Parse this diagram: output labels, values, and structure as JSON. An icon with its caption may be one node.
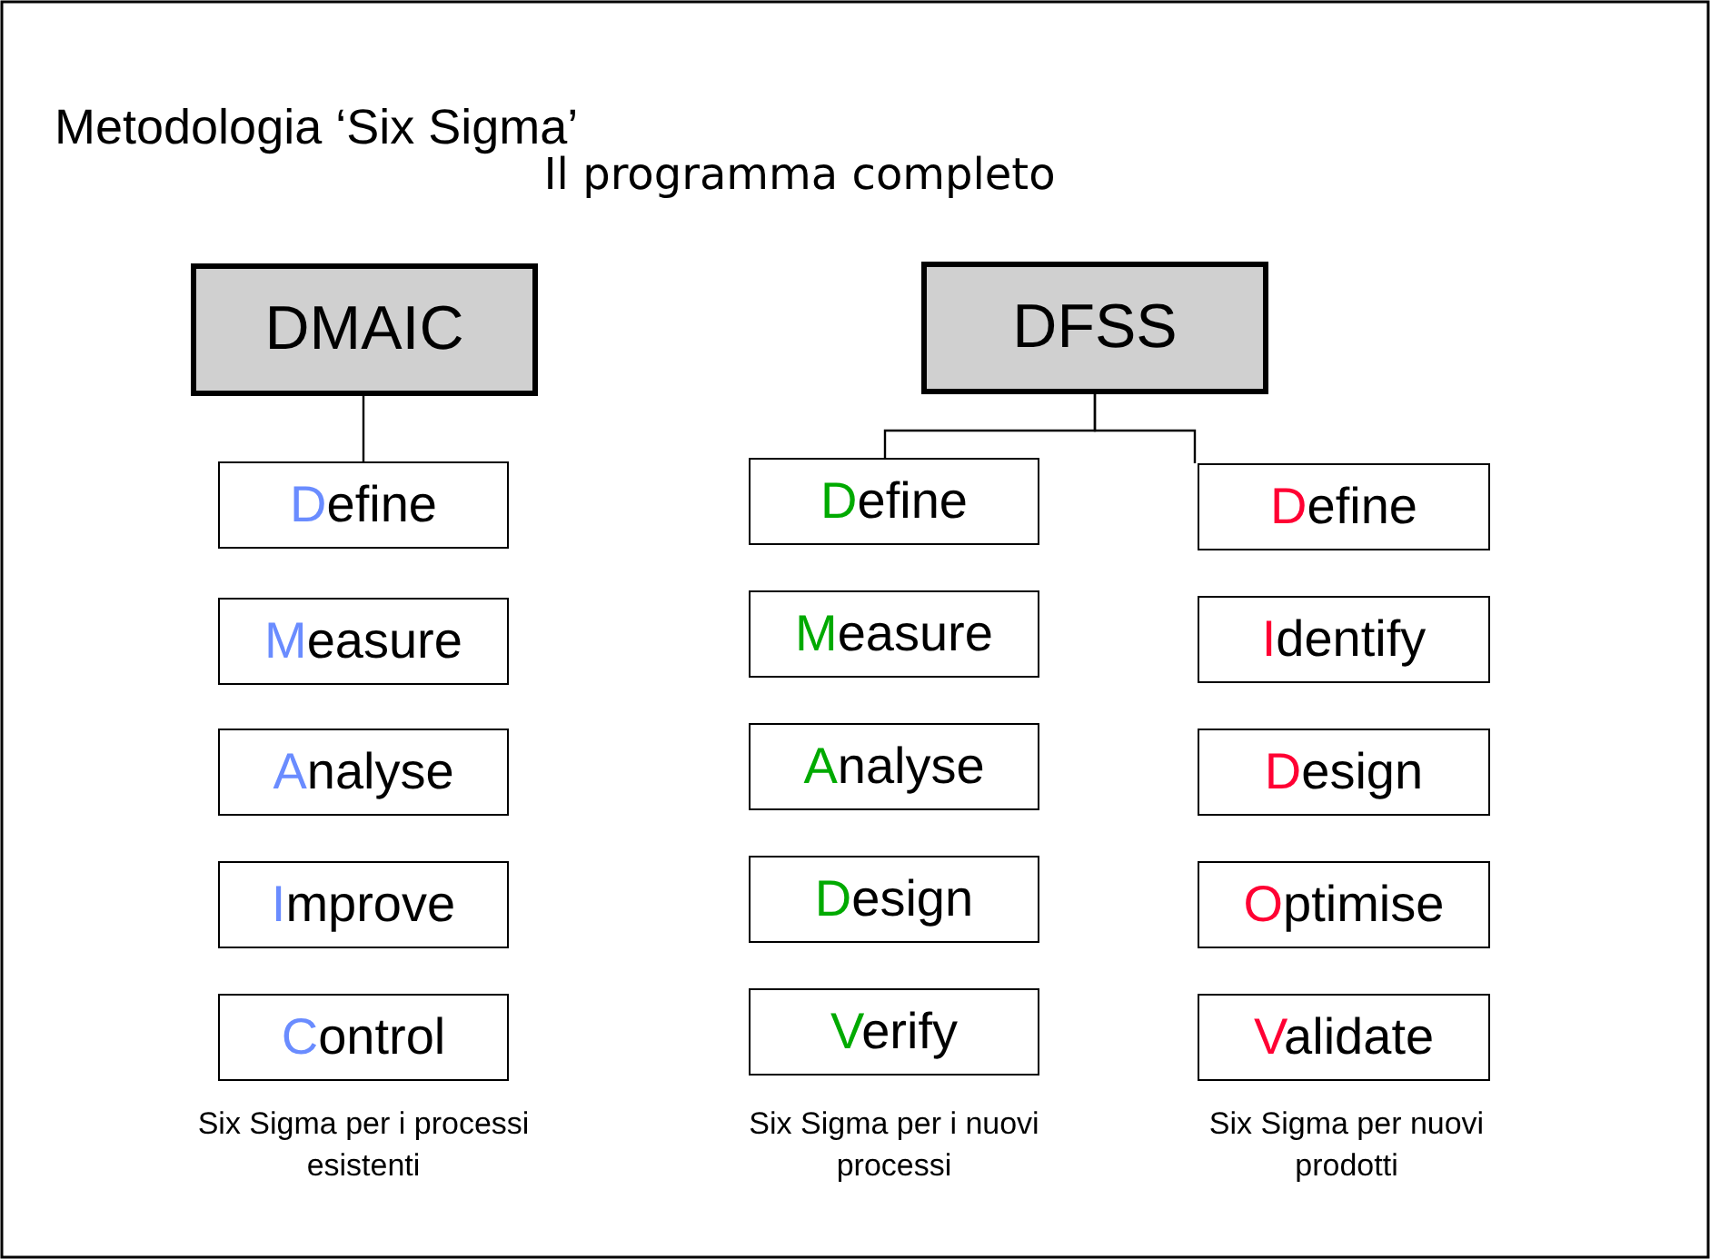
{
  "diagram": {
    "title": "Metodologia ‘Six Sigma’",
    "nodes": [
      {
        "text": [
          "DMAIC"
        ]
      },
      {
        "text": [
          "DFSS"
        ]
      },
      {
        "text": [
          "Define"
        ]
      },
      {
        "text": [
          "Measure"
        ]
      },
      {
        "text": [
          "Analyse"
        ]
      },
      {
        "text": [
          "Improve"
        ]
      },
      {
        "text": [
          "Control"
        ]
      },
      {
        "text": [
          "Define"
        ]
      },
      {
        "text": [
          "Measure"
        ]
      },
      {
        "text": [
          "Analyse"
        ]
      },
      {
        "text": [
          "Design"
        ]
      },
      {
        "text": [
          "Verify"
        ]
      },
      {
        "text": [
          "Define"
        ]
      },
      {
        "text": [
          "Identify"
        ]
      },
      {
        "text": [
          "Design"
        ]
      },
      {
        "text": [
          "Optimise"
        ]
      },
      {
        "text": [
          "Validate"
        ]
      }
    ],
    "edges": [
      {
        "from": 0,
        "to": 2,
        "arrow": "none"
      },
      {
        "from": 1,
        "to": 7,
        "arrow": "none"
      },
      {
        "from": 1,
        "to": 12,
        "arrow": "none"
      }
    ],
    "labels": [
      "Il programma completo",
      "Six Sigma per i processi esistenti",
      "Six Sigma per i nuovi processi",
      "Six Sigma per nuovi prodotti"
    ]
  }
}
